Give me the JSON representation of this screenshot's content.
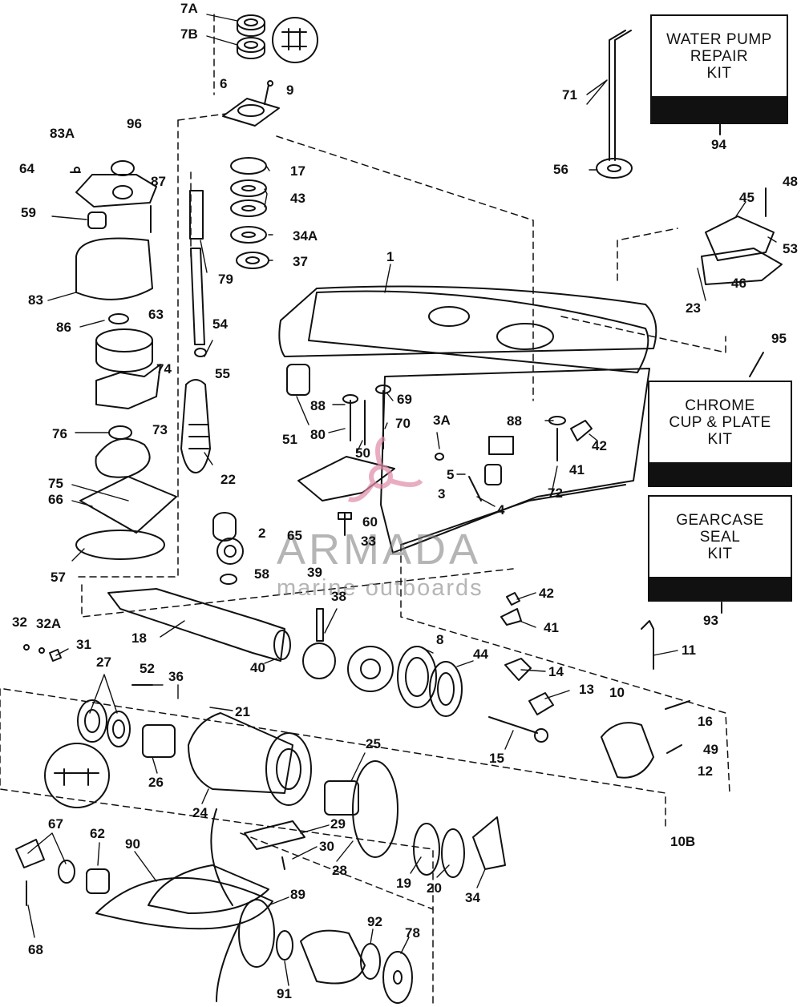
{
  "kits": {
    "water_pump": {
      "lines": [
        "WATER PUMP",
        "REPAIR",
        "KIT"
      ],
      "ref": "94"
    },
    "chrome_cup": {
      "lines": [
        "CHROME",
        "CUP & PLATE",
        "KIT"
      ],
      "ref": "95"
    },
    "gearcase_seal": {
      "lines": [
        "GEARCASE",
        "SEAL",
        "KIT"
      ],
      "ref": "93"
    }
  },
  "callouts": {
    "c7A": "7A",
    "c7B": "7B",
    "c6": "6",
    "c9": "9",
    "c17": "17",
    "c43": "43",
    "c34A": "34A",
    "c37": "37",
    "c79": "79",
    "c54": "54",
    "c55": "55",
    "c22": "22",
    "c2": "2",
    "c65": "65",
    "c33": "33",
    "c58": "58",
    "c39": "39",
    "c83A": "83A",
    "c96": "96",
    "c64": "64",
    "c87": "87",
    "c59": "59",
    "c83": "83",
    "c86": "86",
    "c63": "63",
    "c74": "74",
    "c76": "76",
    "c73": "73",
    "c75": "75",
    "c66": "66",
    "c57": "57",
    "c71": "71",
    "c56": "56",
    "c45": "45",
    "c48": "48",
    "c53": "53",
    "c46": "46",
    "c23": "23",
    "c1": "1",
    "c51": "51",
    "c88a": "88",
    "c80": "80",
    "c69": "69",
    "c70": "70",
    "c50": "50",
    "c3A": "3A",
    "c5": "5",
    "c3": "3",
    "c4": "4",
    "c60": "60",
    "c88b": "88",
    "c41a": "41",
    "c42a": "42",
    "c72": "72",
    "c42b": "42",
    "c41b": "41",
    "c11": "11",
    "c38": "38",
    "c18": "18",
    "c40": "40",
    "c8": "8",
    "c44": "44",
    "c14": "14",
    "c13": "13",
    "c10": "10",
    "c16": "16",
    "c49": "49",
    "c12": "12",
    "c15": "15",
    "c10B": "10B",
    "c32": "32",
    "c32A": "32A",
    "c31": "31",
    "c27": "27",
    "c52": "52",
    "c36": "36",
    "c21": "21",
    "c26": "26",
    "c24": "24",
    "c25": "25",
    "c29": "29",
    "c30": "30",
    "c28": "28",
    "c19": "19",
    "c20": "20",
    "c34": "34",
    "c67": "67",
    "c62": "62",
    "c90": "90",
    "c89": "89",
    "c92": "92",
    "c78": "78",
    "c68": "68",
    "c91": "91"
  },
  "watermark": {
    "brand": "ARMADA",
    "tagline": "marine outboards"
  }
}
